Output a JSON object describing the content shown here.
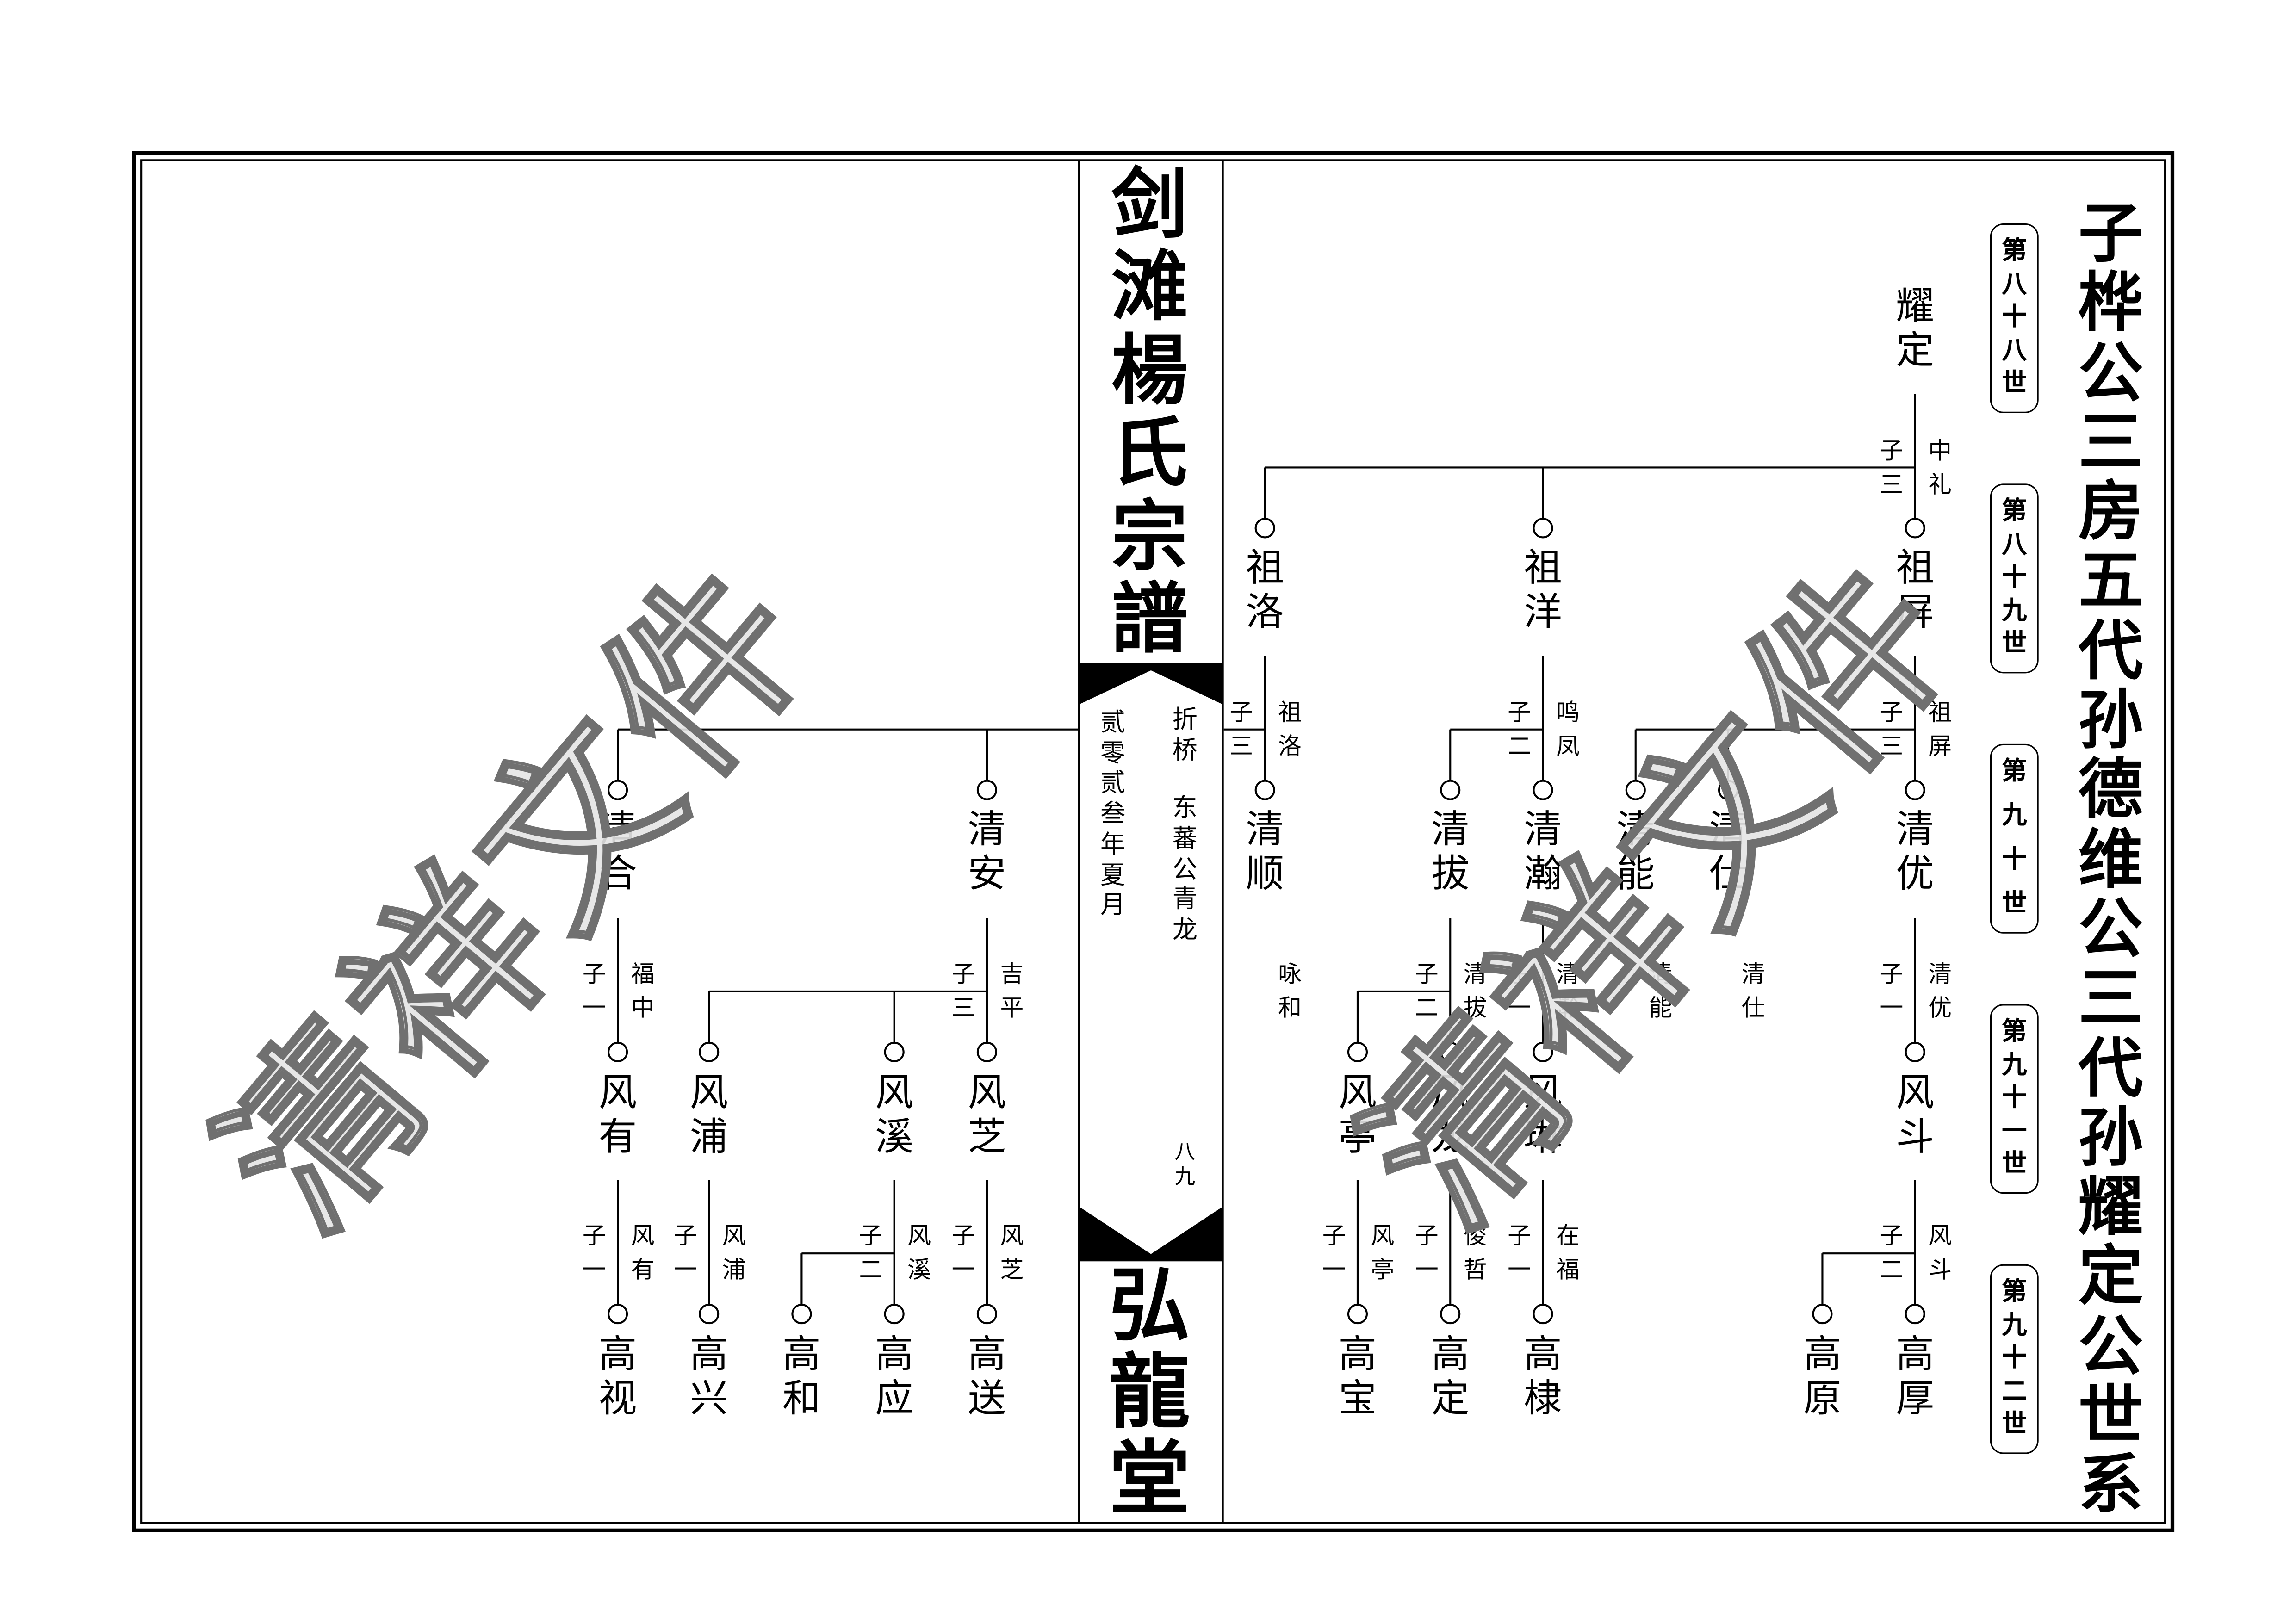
{
  "spine": {
    "clan_title": "剑滩楊氏宗譜",
    "place": "折桥",
    "branch": "东蕃公青龙",
    "date": "贰零贰叁年夏月",
    "page_number": "八九",
    "hall_name": "弘龍堂"
  },
  "lineage_title": "子桦公三房五代孙德维公三代孙耀定公世系",
  "generations": [
    "第八十八世",
    "第八十九世",
    "第九十世",
    "第九十一世",
    "第九十二世"
  ],
  "watermark": "清祥文件",
  "lineage": {
    "name": "耀定",
    "sons": "子三",
    "side_note": "中礼",
    "children": [
      {
        "name": "祖屏",
        "sons": "子三",
        "side_note": "祖屏",
        "children": [
          {
            "name": "清优",
            "sons": "子一",
            "side_note": "清优",
            "children": [
              {
                "name": "风斗",
                "sons": "子二",
                "side_note": "风斗",
                "children": [
                  {
                    "name": "高厚"
                  },
                  {
                    "name": "高原"
                  }
                ]
              }
            ]
          },
          {
            "name": "清仕",
            "side_note": "清仕"
          },
          {
            "name": "清能",
            "side_note": "清能"
          }
        ]
      },
      {
        "name": "祖洋",
        "sons": "子二",
        "side_note": "鸣凤",
        "children": [
          {
            "name": "清瀚",
            "sons": "子一",
            "side_note": "清瀚",
            "children": [
              {
                "name": "风琳",
                "sons": "子一",
                "side_note": "在福",
                "children": [
                  {
                    "name": "高棣"
                  }
                ]
              }
            ]
          },
          {
            "name": "清拔",
            "sons": "子二",
            "side_note": "清拔",
            "children": [
              {
                "name": "风龙",
                "sons": "子一",
                "side_note": "俊哲",
                "children": [
                  {
                    "name": "高定"
                  }
                ]
              },
              {
                "name": "风亭",
                "sons": "子一",
                "side_note": "风亭",
                "children": [
                  {
                    "name": "高宝"
                  }
                ]
              }
            ]
          }
        ]
      },
      {
        "name": "祖洛",
        "sons": "子三",
        "side_note": "祖洛",
        "children": [
          {
            "name": "清顺",
            "side_note": "咏和"
          },
          {
            "name": "清安",
            "sons": "子三",
            "side_note": "吉平",
            "children": [
              {
                "name": "风芝",
                "sons": "子一",
                "side_note": "风芝",
                "children": [
                  {
                    "name": "高送"
                  }
                ]
              },
              {
                "name": "风溪",
                "sons": "子二",
                "side_note": "风溪",
                "children": [
                  {
                    "name": "高应"
                  },
                  {
                    "name": "高和"
                  }
                ]
              },
              {
                "name": "风浦",
                "sons": "子一",
                "side_note": "风浦",
                "children": [
                  {
                    "name": "高兴"
                  }
                ]
              }
            ]
          },
          {
            "name": "清合",
            "sons": "子一",
            "side_note": "福中",
            "children": [
              {
                "name": "风有",
                "sons": "子一",
                "side_note": "风有",
                "children": [
                  {
                    "name": "高视"
                  }
                ]
              }
            ]
          }
        ]
      }
    ]
  }
}
